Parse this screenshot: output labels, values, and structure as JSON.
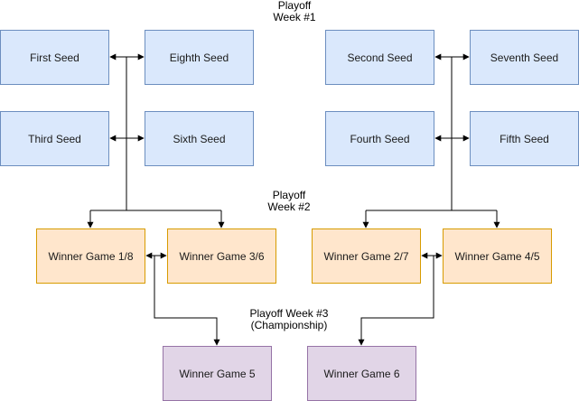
{
  "labels": {
    "week1": [
      "Playoff",
      "Week #1"
    ],
    "week2": [
      "Playoff",
      "Week #2"
    ],
    "week3": [
      "Playoff Week #3",
      "(Championship)"
    ]
  },
  "week1_games": {
    "left": [
      {
        "a": "First Seed",
        "b": "Eighth Seed"
      },
      {
        "a": "Third Seed",
        "b": "Sixth Seed"
      }
    ],
    "right": [
      {
        "a": "Second Seed",
        "b": "Seventh Seed"
      },
      {
        "a": "Fourth Seed",
        "b": "Fifth Seed"
      }
    ]
  },
  "week2_games": [
    {
      "a": "Winner Game 1/8",
      "b": "Winner Game 3/6"
    },
    {
      "a": "Winner Game 2/7",
      "b": "Winner Game 4/5"
    }
  ],
  "week3_games": {
    "a": "Winner Game 5",
    "b": "Winner Game 6"
  },
  "colors": {
    "seed_fill": "#dae8fc",
    "seed_border": "#6c8ebf",
    "week2_fill": "#ffe6cc",
    "week2_border": "#d79b00",
    "week3_fill": "#e1d5e7",
    "week3_border": "#9673a6",
    "connector": "#000000"
  }
}
